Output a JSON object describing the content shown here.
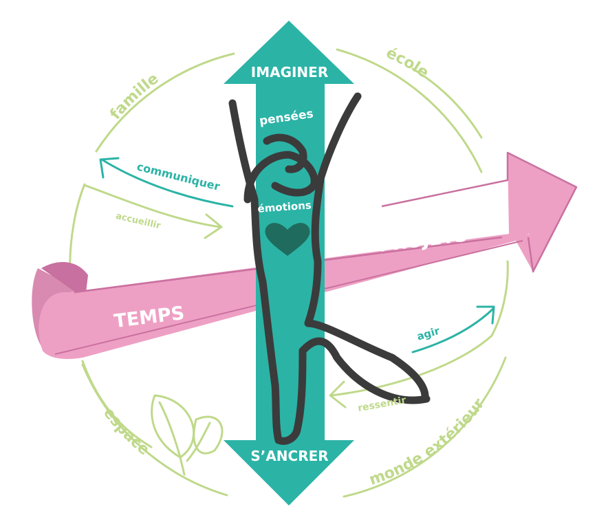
{
  "labels": {
    "imaginer": "IMAGINER",
    "ancrer": "S’ANCRER",
    "pensees": "pensées",
    "emotions": "émotions",
    "temps": "TEMPS",
    "projets": "PROJETS",
    "communiquer": "communiquer",
    "accueillir": "accueillir",
    "agir": "agir",
    "ressentir": "ressentir",
    "famille": "famille",
    "ecole": "école",
    "espace": "espace",
    "monde": "monde extérieur"
  },
  "colors": {
    "teal": "#2bb3a6",
    "pink": "#eea0c4",
    "pink_dark": "#c9709f",
    "green": "#bfd98a",
    "figure": "#3b3b3b",
    "heart": "#1f6b5d"
  },
  "icons": [
    "heart-icon",
    "leaf-icon",
    "dancing-figure"
  ]
}
